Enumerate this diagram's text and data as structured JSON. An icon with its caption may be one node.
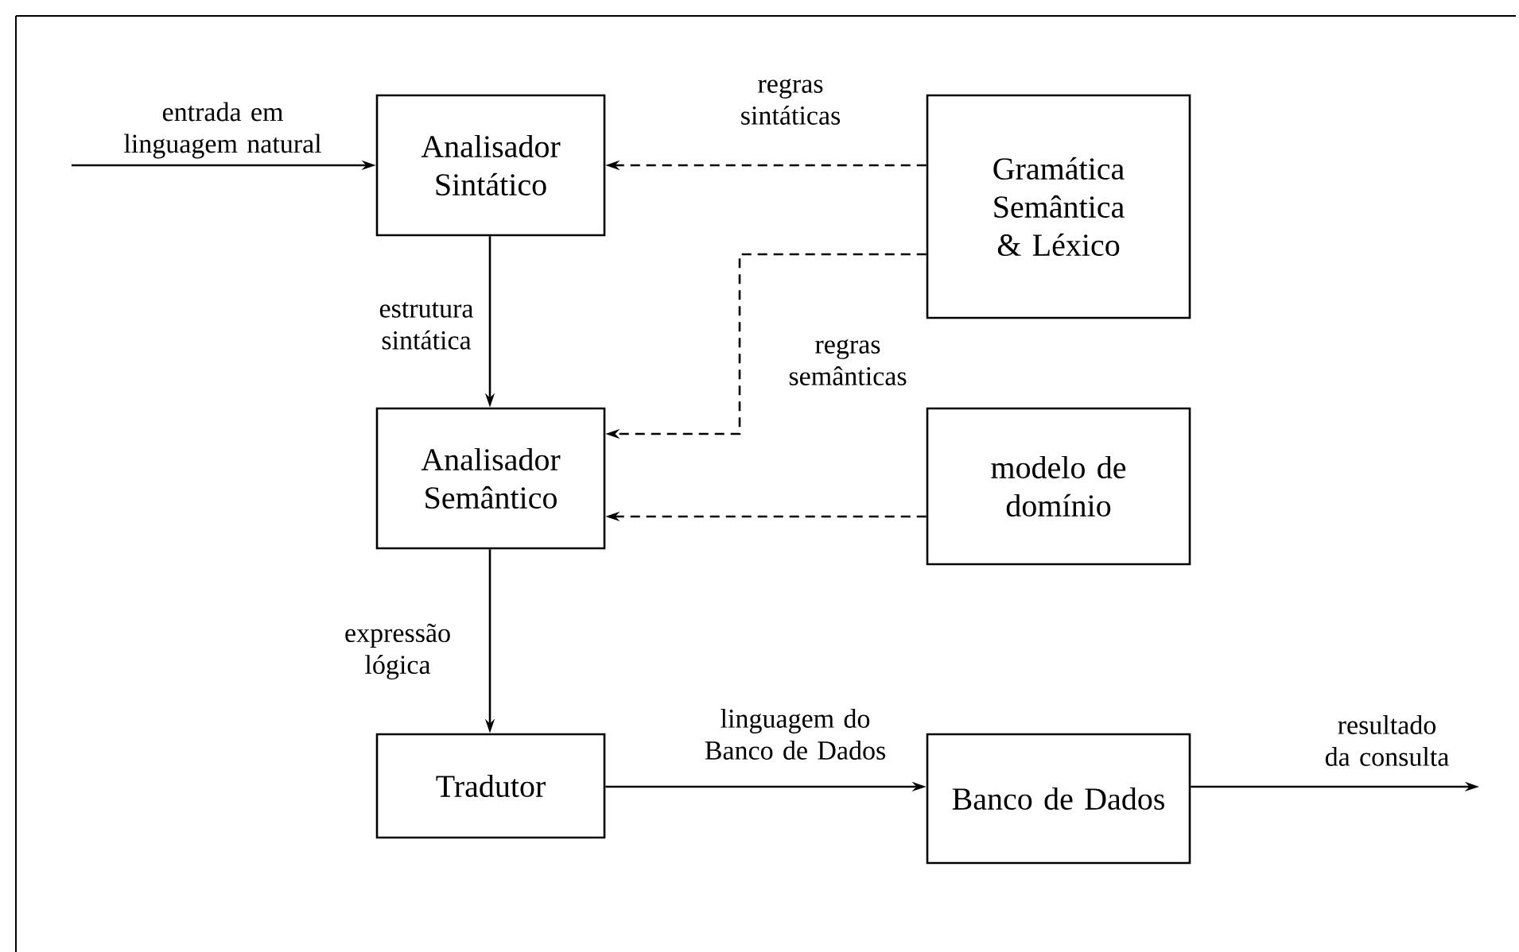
{
  "diagram": {
    "nodes": [
      {
        "text": [
          "Analisador Sintático"
        ]
      },
      {
        "text": [
          "Gramática Semântica & Léxico"
        ]
      },
      {
        "text": [
          "Analisador Semântico"
        ]
      },
      {
        "text": [
          "modelo de domínio"
        ]
      },
      {
        "text": [
          "Tradutor"
        ]
      },
      {
        "text": [
          "Banco de Dados"
        ]
      }
    ],
    "edges": [
      {
        "from": null,
        "to": 0,
        "arrow": "to",
        "label": "entrada em linguagem natural"
      },
      {
        "from": 1,
        "to": 0,
        "arrow": "to",
        "style": "dashed",
        "label": "regras sintáticas"
      },
      {
        "from": 0,
        "to": 2,
        "arrow": "to",
        "label": "estrutura sintática"
      },
      {
        "from": 1,
        "to": 2,
        "arrow": "to",
        "style": "dashed",
        "label": "regras semânticas"
      },
      {
        "from": 3,
        "to": 2,
        "arrow": "to",
        "style": "dashed"
      },
      {
        "from": 2,
        "to": 4,
        "arrow": "to",
        "label": "expressão lógica"
      },
      {
        "from": 4,
        "to": 5,
        "arrow": "to",
        "label": "linguagem do Banco de Dados"
      },
      {
        "from": 5,
        "to": null,
        "arrow": "to",
        "label": "resultado da consulta"
      }
    ]
  }
}
